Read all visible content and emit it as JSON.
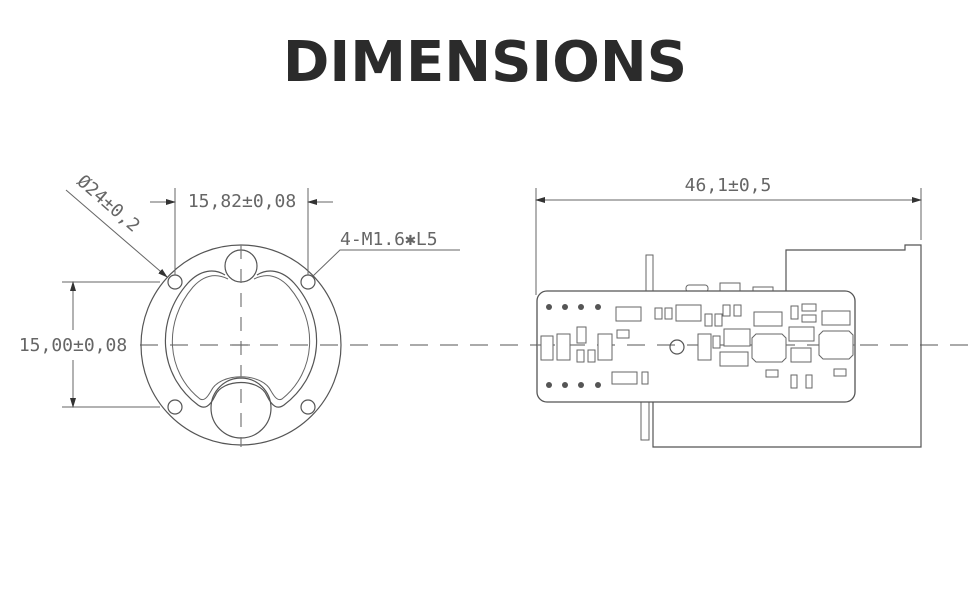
{
  "title": "DIMENSIONS",
  "front_view": {
    "diameter": "Ø24±0,2",
    "hole_spacing_horizontal": "15,82±0,08",
    "hole_spacing_vertical": "15,00±0,08",
    "screw_spec": "4-M1.6✱L5"
  },
  "side_view": {
    "length": "46,1±0,5"
  }
}
